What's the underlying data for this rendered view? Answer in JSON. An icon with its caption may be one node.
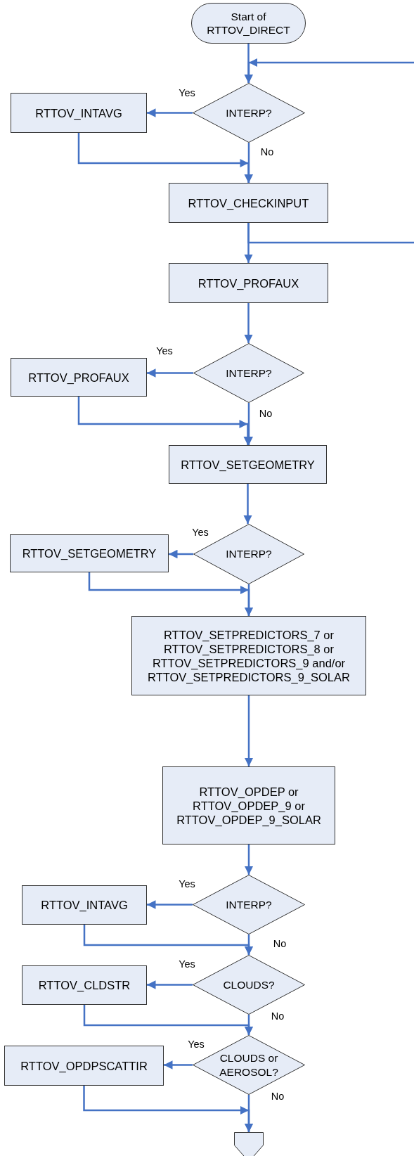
{
  "diagram": {
    "nodes": [
      {
        "text": [
          "Start of RTTOV_DIRECT"
        ]
      },
      {
        "text": [
          "INTERP?"
        ]
      },
      {
        "text": [
          "RTTOV_INTAVG"
        ]
      },
      {
        "text": [
          "RTTOV_CHECKINPUT"
        ]
      },
      {
        "text": [
          "RTTOV_PROFAUX"
        ]
      },
      {
        "text": [
          "INTERP?"
        ]
      },
      {
        "text": [
          "RTTOV_PROFAUX"
        ]
      },
      {
        "text": [
          "RTTOV_SETGEOMETRY"
        ]
      },
      {
        "text": [
          "INTERP?"
        ]
      },
      {
        "text": [
          "RTTOV_SETGEOMETRY"
        ]
      },
      {
        "text": [
          "RTTOV_SETPREDICTORS_7 or RTTOV_SETPREDICTORS_8 or RTTOV_SETPREDICTORS_9 and/or RTTOV_SETPREDICTORS_9_SOLAR"
        ]
      },
      {
        "text": [
          "RTTOV_OPDEP or RTTOV_OPDEP_9 or RTTOV_OPDEP_9_SOLAR"
        ]
      },
      {
        "text": [
          "INTERP?"
        ]
      },
      {
        "text": [
          "RTTOV_INTAVG"
        ]
      },
      {
        "text": [
          "CLOUDS?"
        ]
      },
      {
        "text": [
          "RTTOV_CLDSTR"
        ]
      },
      {
        "text": [
          "CLOUDS or AEROSOL?"
        ]
      },
      {
        "text": [
          "RTTOV_OPDPSCATTIR"
        ]
      },
      {
        "text": [],
        "shape": "pentagon"
      }
    ],
    "edges": [
      {
        "from": 0,
        "to": 1,
        "arrow": "to"
      },
      {
        "from": null,
        "to": 1,
        "arrow": "to"
      },
      {
        "from": 1,
        "to": 2,
        "arrow": "to",
        "label": "Yes"
      },
      {
        "from": 1,
        "to": 3,
        "arrow": "to",
        "label": "No"
      },
      {
        "from": 2,
        "to": 3,
        "arrow": "to"
      },
      {
        "from": 3,
        "to": 4,
        "arrow": "to"
      },
      {
        "from": 3,
        "to": null,
        "arrow": "none"
      },
      {
        "from": 4,
        "to": 5,
        "arrow": "to"
      },
      {
        "from": 5,
        "to": 6,
        "arrow": "to",
        "label": "Yes"
      },
      {
        "from": 5,
        "to": 7,
        "arrow": "to",
        "label": "No"
      },
      {
        "from": 6,
        "to": 7,
        "arrow": "to"
      },
      {
        "from": 7,
        "to": 8,
        "arrow": "to"
      },
      {
        "from": 8,
        "to": 9,
        "arrow": "to",
        "label": "Yes"
      },
      {
        "from": 8,
        "to": 10,
        "arrow": "to"
      },
      {
        "from": 9,
        "to": 10,
        "arrow": "to"
      },
      {
        "from": 10,
        "to": 11,
        "arrow": "to"
      },
      {
        "from": 11,
        "to": 12,
        "arrow": "to"
      },
      {
        "from": 12,
        "to": 13,
        "arrow": "to",
        "label": "Yes"
      },
      {
        "from": 12,
        "to": 14,
        "arrow": "to",
        "label": "No"
      },
      {
        "from": 13,
        "to": 14,
        "arrow": "to"
      },
      {
        "from": 14,
        "to": 15,
        "arrow": "to",
        "label": "Yes"
      },
      {
        "from": 14,
        "to": 16,
        "arrow": "to",
        "label": "No"
      },
      {
        "from": 15,
        "to": 16,
        "arrow": "to"
      },
      {
        "from": 16,
        "to": 17,
        "arrow": "to",
        "label": "Yes"
      },
      {
        "from": 16,
        "to": 18,
        "arrow": "to",
        "label": "No"
      },
      {
        "from": 17,
        "to": 18,
        "arrow": "to"
      }
    ]
  }
}
